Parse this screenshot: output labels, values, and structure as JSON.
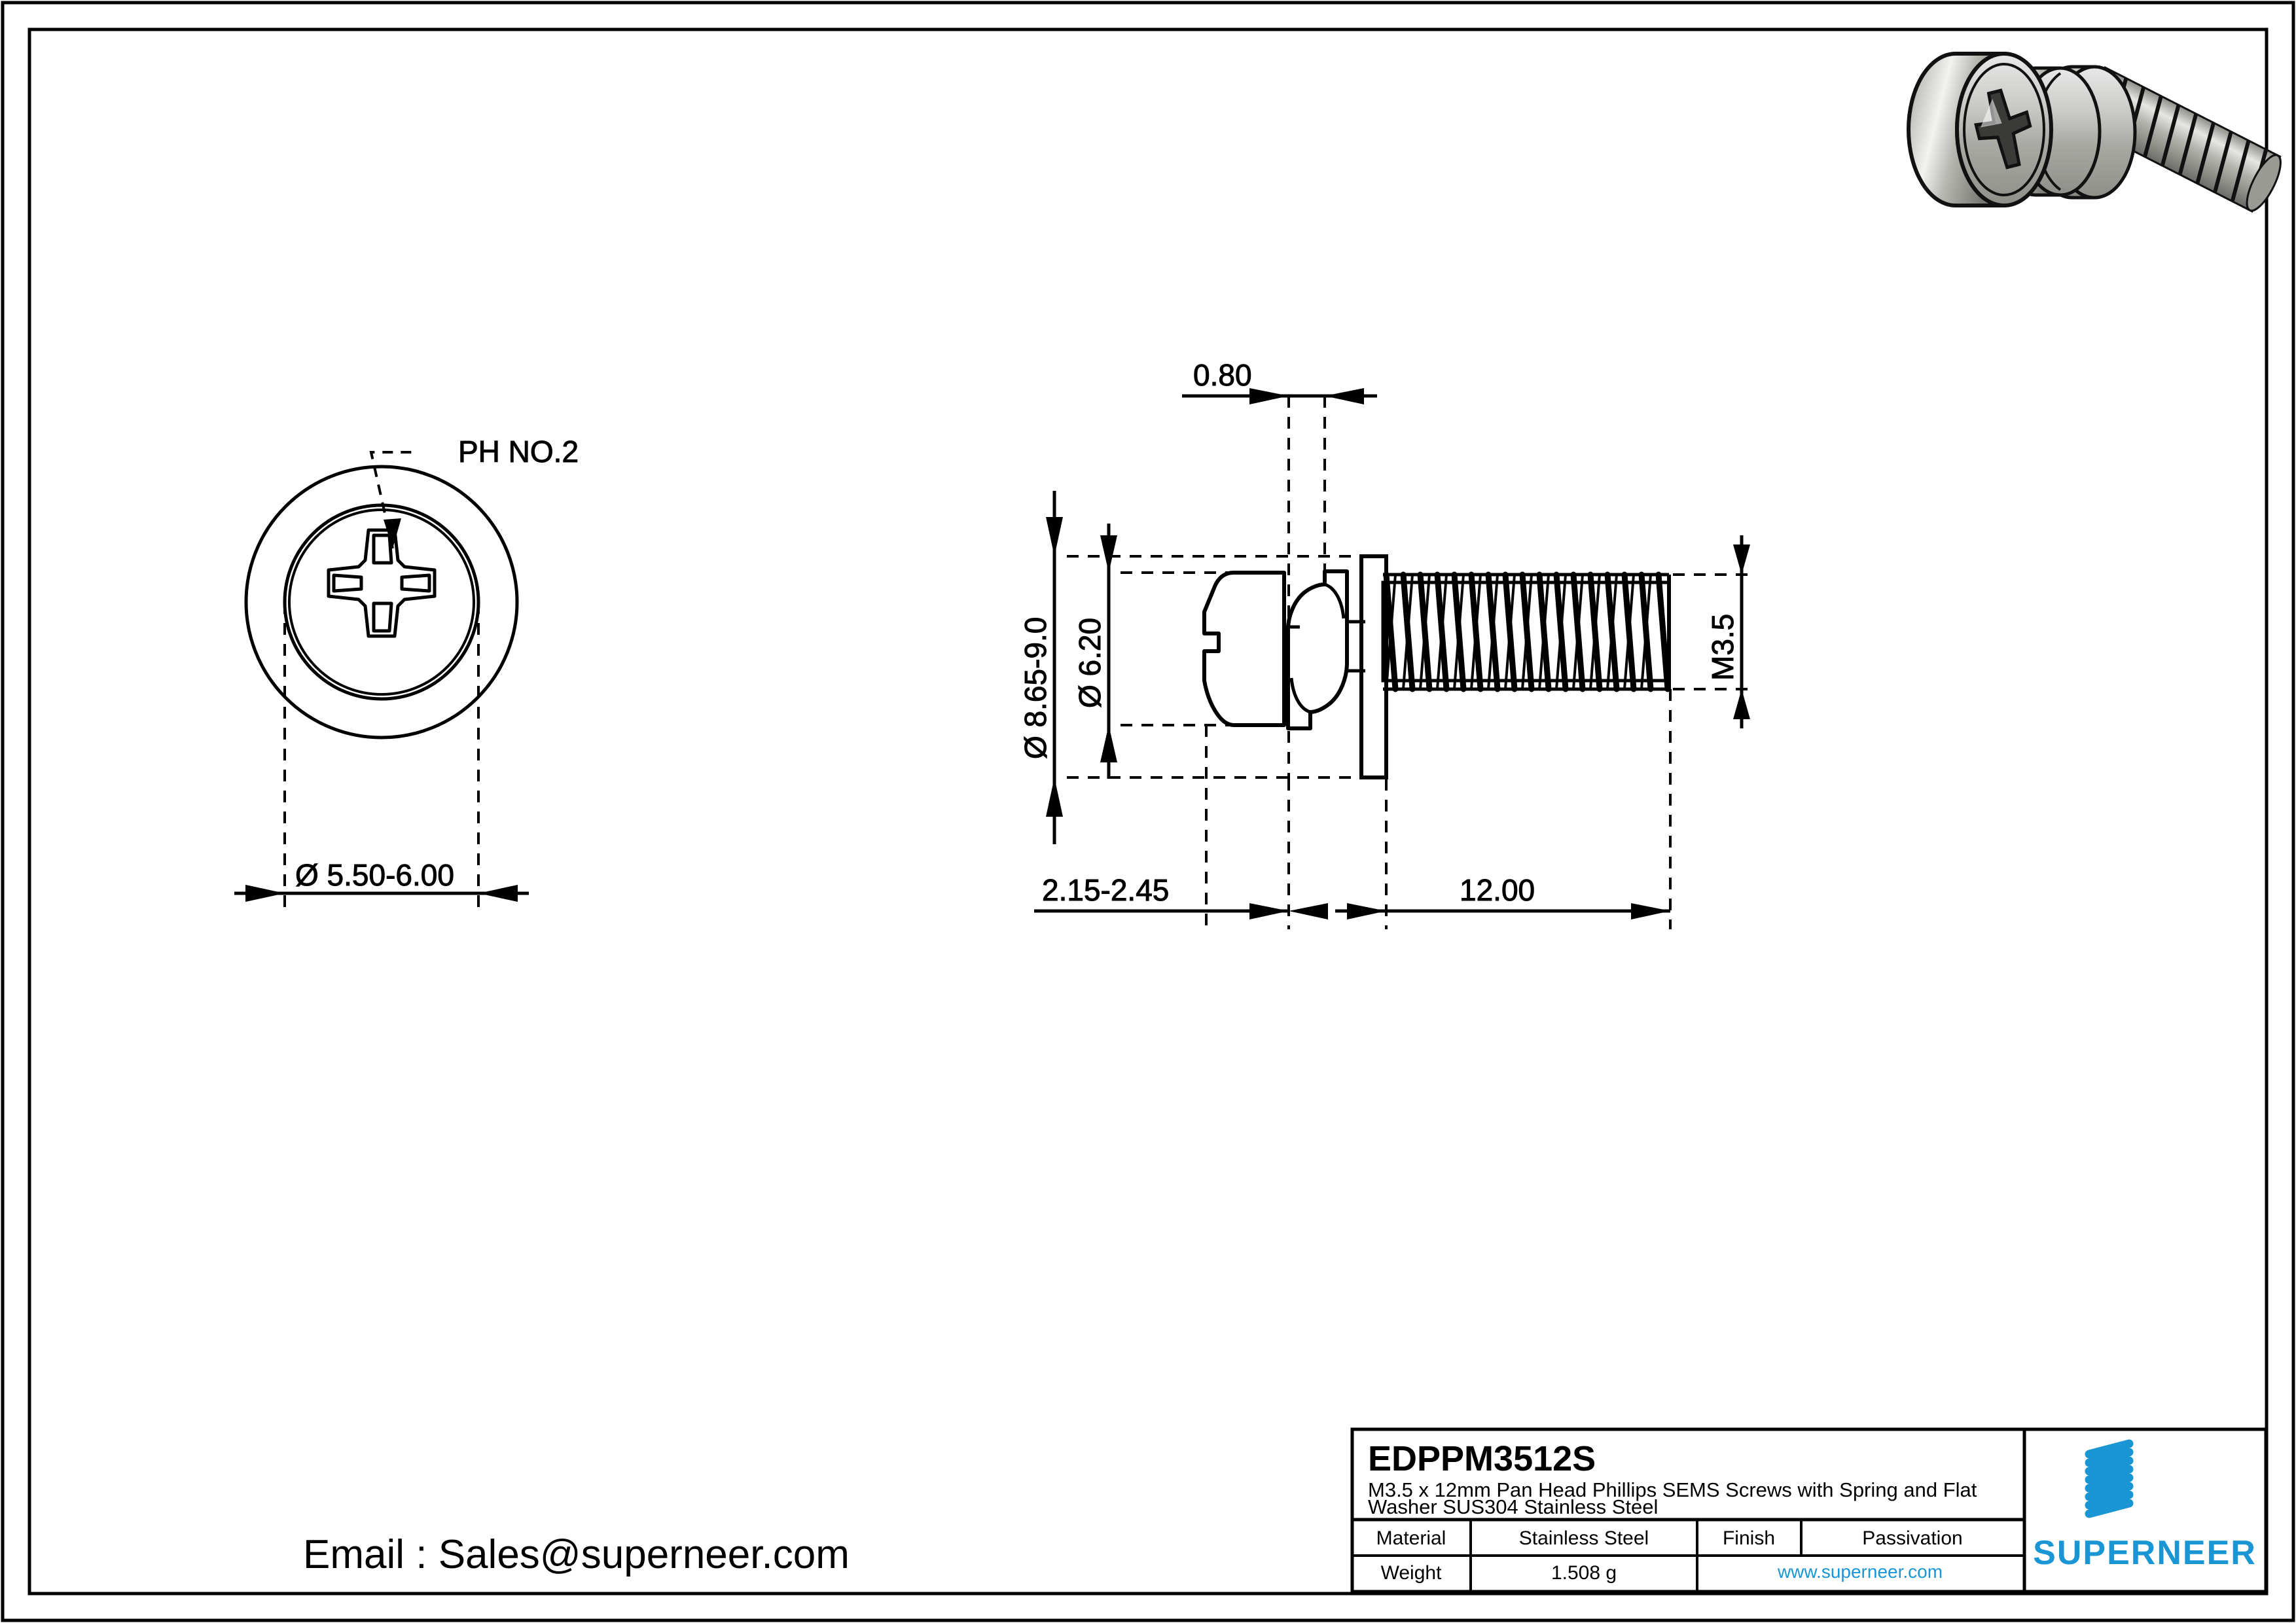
{
  "sheet": {
    "background": "#ffffff",
    "line_color": "#000000",
    "accent_color": "#1b96d5"
  },
  "end_view": {
    "leader_label": "PH NO.2",
    "diameter_dim": "Ø 5.50-6.00"
  },
  "side_view": {
    "washer_thickness_dim": "0.80",
    "flat_washer_od_dim": "Ø 8.65-9.0",
    "head_diameter_dim": "Ø 6.20",
    "thread_size_dim": "M3.5",
    "head_stack_dim": "2.15-2.45",
    "thread_length_dim": "12.00"
  },
  "email": {
    "label": "Email : Sales@superneer.com"
  },
  "title_block": {
    "part_number": "EDPPM3512S",
    "description_line_1": "M3.5 x 12mm Pan Head Phillips SEMS Screws with Spring and Flat",
    "description_line_2": "Washer SUS304 Stainless Steel",
    "material_label": "Material",
    "material_value": "Stainless Steel",
    "finish_label": "Finish",
    "finish_value": "Passivation",
    "weight_label": "Weight",
    "weight_value": "1.508 g",
    "website": "www.superneer.com",
    "brand_name": "SUPERNEER"
  },
  "render_3d": {
    "alt": "isometric-screw-render"
  }
}
